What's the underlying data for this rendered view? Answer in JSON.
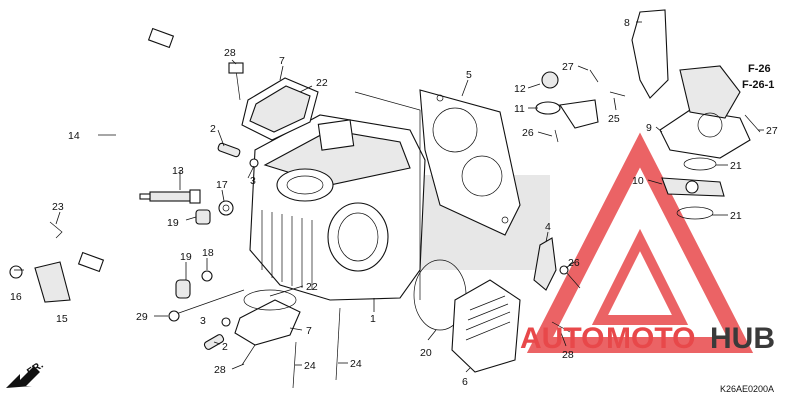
{
  "diagram_code": "K26AE0200A",
  "references": [
    "F-26",
    "F-26-1"
  ],
  "direction_label": "FR.",
  "watermark": {
    "text_a": "AUTO",
    "text_b": "MOTO",
    "text_c": "HUB",
    "color_red": "#e8484a",
    "color_dark": "#3a3a3a"
  },
  "callouts": {
    "c1": "1",
    "c2a": "2",
    "c2b": "2",
    "c3a": "3",
    "c3b": "3",
    "c4": "4",
    "c5": "5",
    "c6": "6",
    "c7a": "7",
    "c7b": "7",
    "c8": "8",
    "c9": "9",
    "c10": "10",
    "c11": "11",
    "c12": "12",
    "c13": "13",
    "c14": "14",
    "c15": "15",
    "c16": "16",
    "c17": "17",
    "c18": "18",
    "c19a": "19",
    "c19b": "19",
    "c20": "20",
    "c21a": "21",
    "c21b": "21",
    "c22a": "22",
    "c22b": "22",
    "c23": "23",
    "c24a": "24",
    "c24b": "24",
    "c25": "25",
    "c26a": "26",
    "c26b": "26",
    "c27a": "27",
    "c27b": "27",
    "c28a": "28",
    "c28b": "28",
    "c28c": "28",
    "c29": "29"
  }
}
